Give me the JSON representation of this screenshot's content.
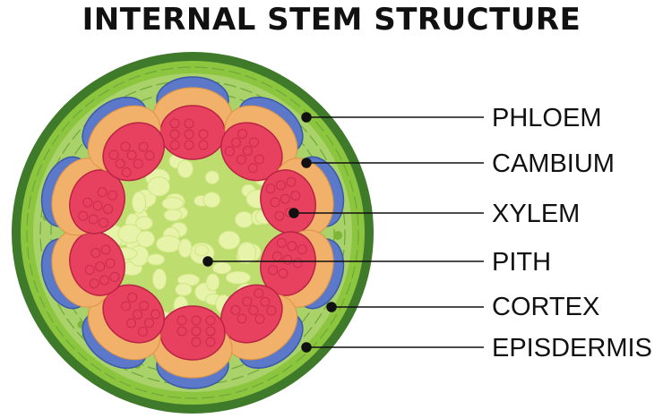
{
  "title": "INTERNAL STEM STRUCTURE",
  "labels": [
    {
      "key": "phloem",
      "text": "PHLOEM"
    },
    {
      "key": "cambium",
      "text": "CAMBIUM"
    },
    {
      "key": "xylem",
      "text": "XYLEM"
    },
    {
      "key": "pith",
      "text": "PITH"
    },
    {
      "key": "cortex",
      "text": "CORTEX"
    },
    {
      "key": "epidermis",
      "text": "EPISDERMIS"
    }
  ],
  "colors": {
    "epidermis_outer": "#3e7a2a",
    "epidermis_inner": "#8cc63f",
    "cortex": "#a9d26a",
    "pith_cells": "#e6f3a8",
    "pith_bg": "#bddd6e",
    "xylem": "#e8415f",
    "cambium": "#f2b16b",
    "phloem": "#5b78c9",
    "pointer": "#111111"
  },
  "bundle_count": 10
}
